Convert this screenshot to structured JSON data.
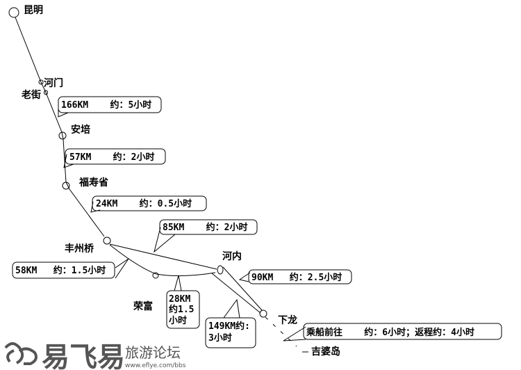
{
  "stations": {
    "kunming": "昆明",
    "hekou": "河门",
    "laojie": "老街",
    "anpei": "安培",
    "fushou": "福寿省",
    "fengzhou": "丰州桥",
    "hanoi": "河内",
    "rongfu": "荣富",
    "halong": "下龙",
    "jipo": "吉婆岛"
  },
  "segments": {
    "s1": "166KM    约：5小时",
    "s2": "57KM    约：2小时",
    "s3": "24KM    约：0.5小时",
    "s4": "85KM    约：2小时",
    "s5": "58KM   约：1.5小时",
    "s6_l1": "28KM",
    "s6_l2": "约1.5",
    "s6_l3": "小时",
    "s7": "90KM   约：2.5小时",
    "s8_l1": "149KM约:",
    "s8_l2": "3小时",
    "s9": "乘船前往    约：6小时；返程约：4小时"
  },
  "watermark": {
    "brand": "易飞易",
    "forum": "旅游论坛",
    "url": "www.eflye.com/bbs"
  }
}
